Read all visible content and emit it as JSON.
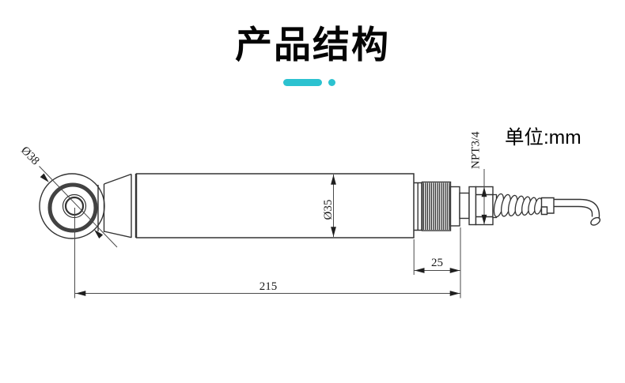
{
  "header": {
    "title": "产品结构",
    "accent_color": "#2cc2d0"
  },
  "drawing": {
    "unit_label": "单位:mm",
    "line_color": "#333333",
    "dimensions": {
      "head_diameter": "Ø38",
      "body_diameter": "Ø35",
      "thread_spec": "NPT3/4",
      "thread_section_length": "25",
      "total_length": "215"
    }
  }
}
